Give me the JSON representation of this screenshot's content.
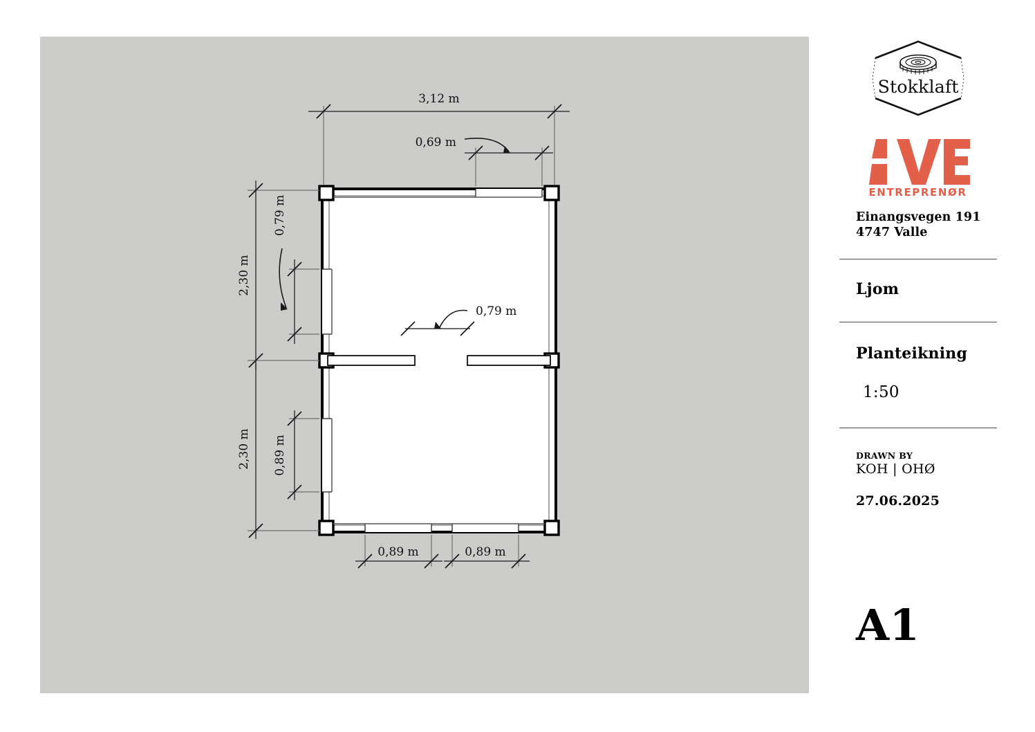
{
  "sheet": {
    "background_color": "#ffffff",
    "canvas_color": "#cccccb",
    "ink_color": "#000000",
    "rule_color": "#4a4a4a"
  },
  "title_block": {
    "logo_primary": {
      "name": "Stokklaft",
      "wordmark": "Stokklaft",
      "icon": "log-end-ring-icon",
      "frame": "hexagon-outline"
    },
    "logo_secondary": {
      "wordmark": "VE",
      "tagline": "ENTREPRENØR",
      "brand_color": "#e2604a"
    },
    "address": {
      "line1": "Einangsvegen 191",
      "line2": "4747 Valle"
    },
    "project_name": "Ljom",
    "drawing_type": "Planteikning",
    "scale": "1:50",
    "drawn_by_label": "DRAWN BY",
    "drawn_by_value": "KOH | OHØ",
    "date": "27.06.2025",
    "sheet_number": "A1"
  },
  "plan": {
    "dimensions": {
      "overall_width": "3,12 m",
      "top_door_offset": "0,69 m",
      "left_upper_overall": "2,30 m",
      "left_lower_overall": "2,30 m",
      "left_upper_opening": "0,79 m",
      "left_lower_opening": "0,89 m",
      "interior_door": "0,79 m",
      "bottom_opening_left": "0,89 m",
      "bottom_opening_right": "0,89 m"
    }
  }
}
